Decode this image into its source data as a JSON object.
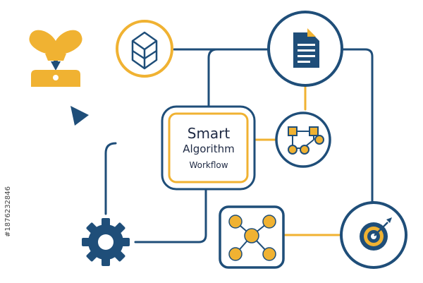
{
  "center_node": {
    "line1": "Smart",
    "line2": "Algorithm",
    "line3": "Workflow"
  },
  "nodes": [
    {
      "name": "cube-icon"
    },
    {
      "name": "document-icon"
    },
    {
      "name": "flowchart-icon"
    },
    {
      "name": "network-icon"
    },
    {
      "name": "target-icon"
    },
    {
      "name": "gear-icon"
    },
    {
      "name": "brain-lightbulb-icon"
    },
    {
      "name": "cursor-arrow-icon"
    }
  ],
  "colors": {
    "blue": "#1f4e79",
    "yellow": "#f0b232",
    "white": "#ffffff"
  },
  "watermark": {
    "id": "#1876232846"
  }
}
